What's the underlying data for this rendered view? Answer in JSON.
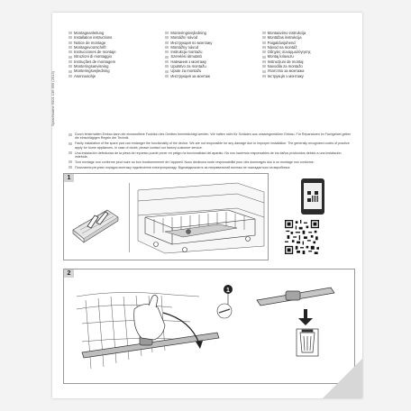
{
  "document": {
    "side_label": "Sprachname 9001 136 655 (2513)",
    "languages": [
      [
        "Montageanleitung",
        "Installation instructions",
        "Notice de montage",
        "Montagevoorschrift",
        "Instrucciones de montaje",
        "Istruzioni di montaggio",
        "Instruções de montagem",
        "Monteringsanvisning",
        "Monteringsvejledning",
        "Asennusohje"
      ],
      [
        "Monteringsvejledning",
        "Montážní návod",
        "Инструкция по монтажу",
        "Montážny návod",
        "Instrukcja montażu",
        "Szerelési útmutató",
        "Навчання з монтажу",
        "Uputstvo za montažu",
        "Upute za montažu",
        "Инструкция за монтаж"
      ],
      [
        "Montaavimo instrukcija",
        "Montāžas instrukcija",
        "Paigaldusjuhend",
        "Návod na montáž",
        "Οδηγίες συναρμολόγησης",
        "Montaj kılavuzu",
        "Instrucțiuni de montaj",
        "Navodila za montažo",
        "Упатство за монтажа",
        "Інструкція з монтажу"
      ]
    ],
    "notes": [
      "Durch fehlerhaften Einbau kann die einwandfreie Funktion des Gerätes beeinträchtigt werden. Wir haften nicht für Schäden aus unsachgemäßem Einbau. Für Reparaturen im Fachgebiet gelten die einschlägigen Regeln der Technik.",
      "Faulty installation of the spare part can endanger the functionality of the device. We are not responsible for any damage due to improper installation. The generally recognized codes of practice apply for home appliances. In case of doubt, please contact our factory customer service.",
      "Una instalación defectuosa de la pieza de repuesto puede poner en peligro la funcionalidad del aparato. No nos hacemos responsables de los daños producidos debido a una instalación indebida.",
      "Tout montage non conforme peut nuire au bon fonctionnement de l'appareil. Nous déclinons toute responsabilité pour des dommages dus à un montage non conforme.",
      "Посилання регулює порядок монтажу підключення електроприладу. Відповідальність за неправильний монтаж не покладається на виробника."
    ],
    "step1_label": "1",
    "step2_label": "2",
    "callout_number": "1"
  }
}
